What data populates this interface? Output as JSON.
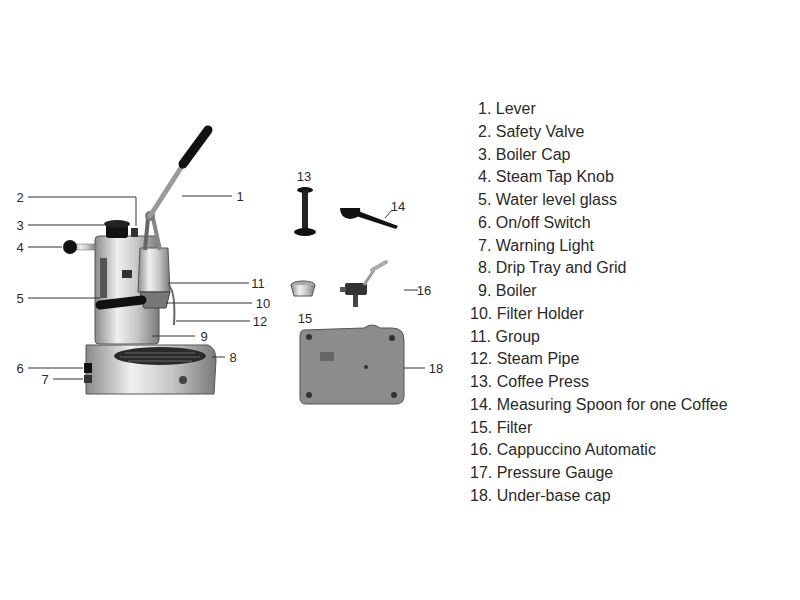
{
  "diagram": {
    "labels": [
      "13",
      "1",
      "2",
      "14",
      "3",
      "4",
      "11",
      "16",
      "5",
      "10",
      "15",
      "12",
      "9",
      "8",
      "6",
      "18",
      "7",
      "1. Lever",
      "2. Safety Valve",
      "3. Boiler Cap",
      "4. Steam Tap Knob",
      "5. Water level glass",
      "6. On/off Switch",
      "7. Warning Light",
      "8. Drip Tray and Grid",
      "9. Boiler",
      "10. Filter Holder",
      "11. Group",
      "12. Steam Pipe",
      "13. Coffee Press",
      "14. Measuring Spoon for one Coffee",
      "15. Filter",
      "16. Cappuccino Automatic",
      "17. Pressure Gauge",
      "18. Under-base cap"
    ]
  }
}
